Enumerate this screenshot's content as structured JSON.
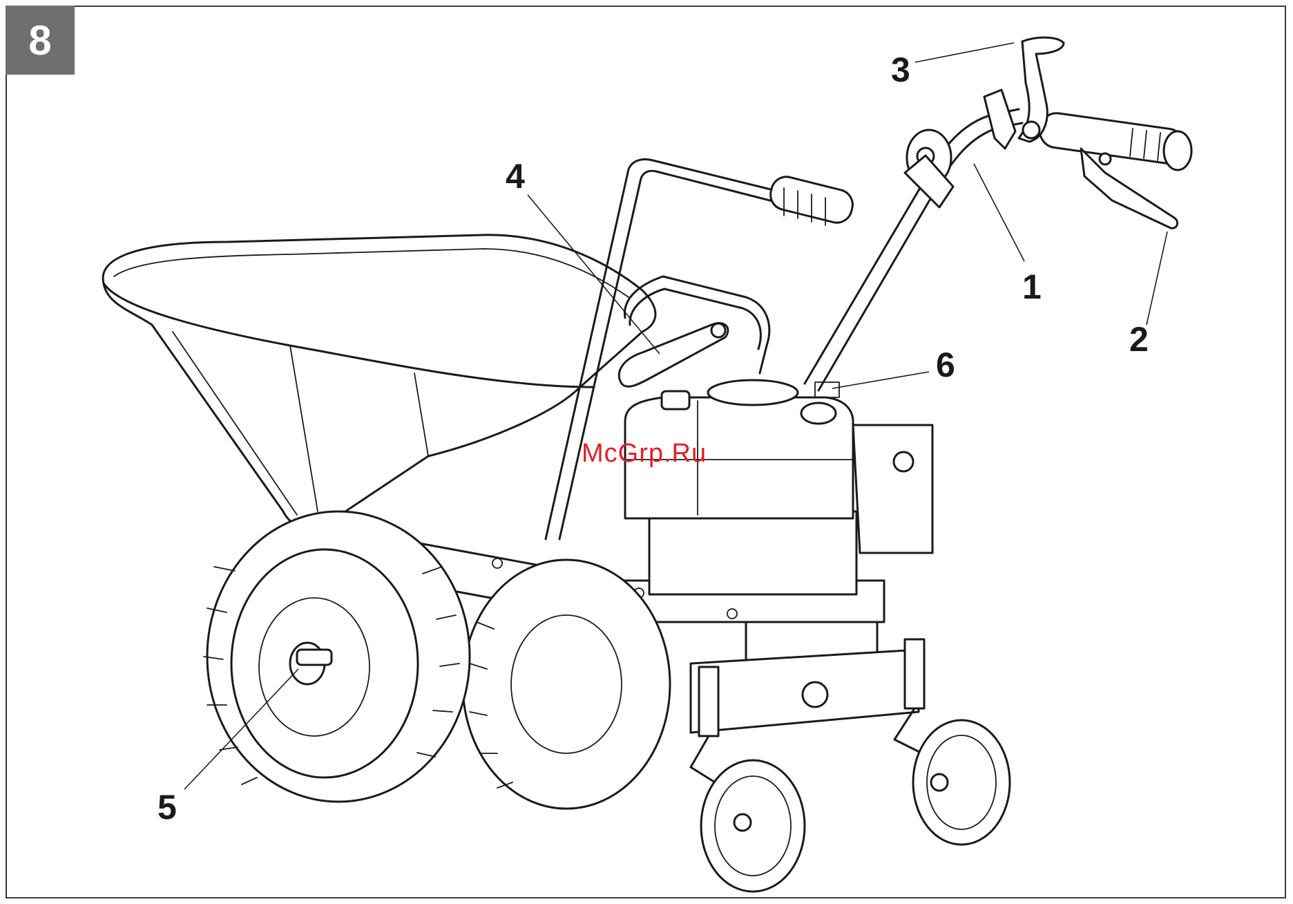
{
  "figure": {
    "number": "8"
  },
  "watermark": "McGrp.Ru",
  "callouts": [
    {
      "id": "1",
      "label": "1"
    },
    {
      "id": "2",
      "label": "2"
    },
    {
      "id": "3",
      "label": "3"
    },
    {
      "id": "4",
      "label": "4"
    },
    {
      "id": "5",
      "label": "5"
    },
    {
      "id": "6",
      "label": "6"
    }
  ]
}
